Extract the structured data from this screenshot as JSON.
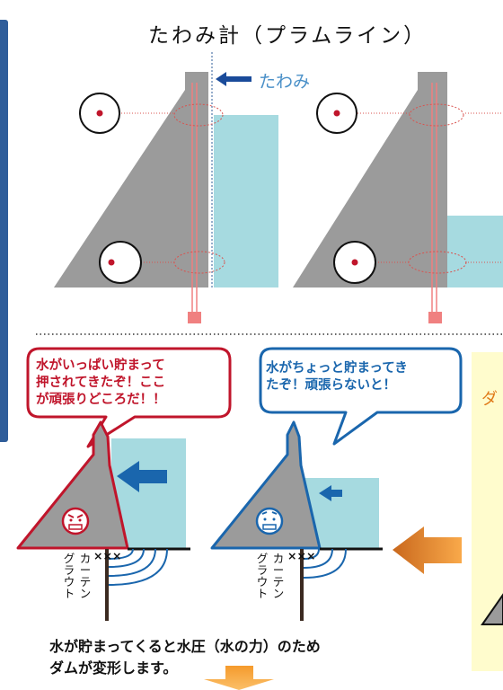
{
  "title": "たわみ計（プラムライン）",
  "deflection_label": "たわみ",
  "bubble_full": "水がいっぱい貯まって\n押されてきたぞ！ここ\nが頑張りどころだ！！",
  "bubble_partial": "水がちょっと貯まってき\nたぞ！頑張らないと！",
  "curtain_label": "カーテン",
  "grout_label": "グラウト",
  "curtain_marks": "×××",
  "caption": "水が貯まってくると水圧（水の力）のため\nダムが変形します。",
  "right_partial_label": "ダ",
  "colors": {
    "dam_gray": "#9b9b9b",
    "water": "#a6dae0",
    "red": "#c0152b",
    "blue": "#1a66ad",
    "pink": "#f08080",
    "orange": "#f59a2c",
    "panel_yellow": "#fffccd"
  },
  "icons": [
    "angry-face-icon",
    "worried-face-icon",
    "left-arrow-icon",
    "down-arrow-icon"
  ]
}
